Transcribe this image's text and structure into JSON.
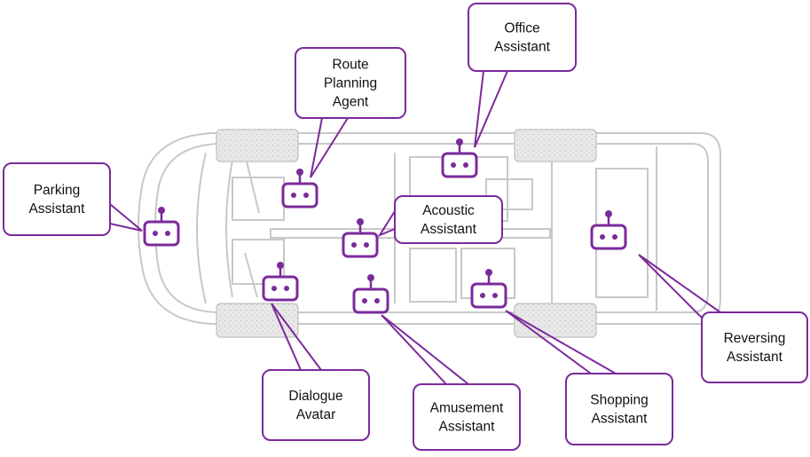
{
  "colors": {
    "accent": "#7B2A9B",
    "car_outline": "#C8C8C8",
    "wheel_fill": "#E6E6E6",
    "text": "#111111"
  },
  "agents": [
    {
      "id": "office",
      "lines": [
        "Office",
        "Assistant"
      ],
      "icon": "robot-icon"
    },
    {
      "id": "route",
      "lines": [
        "Route",
        "Planning",
        "Agent"
      ],
      "icon": "robot-icon"
    },
    {
      "id": "parking",
      "lines": [
        "Parking",
        "Assistant"
      ],
      "icon": "robot-icon"
    },
    {
      "id": "acoustic",
      "lines": [
        "Acoustic",
        "Assistant"
      ],
      "icon": "robot-icon"
    },
    {
      "id": "reversing",
      "lines": [
        "Reversing",
        "Assistant"
      ],
      "icon": "robot-icon"
    },
    {
      "id": "dialogue",
      "lines": [
        "Dialogue",
        "Avatar"
      ],
      "icon": "robot-icon"
    },
    {
      "id": "amusement",
      "lines": [
        "Amusement",
        "Assistant"
      ],
      "icon": "robot-icon"
    },
    {
      "id": "shopping",
      "lines": [
        "Shopping",
        "Assistant"
      ],
      "icon": "robot-icon"
    }
  ]
}
